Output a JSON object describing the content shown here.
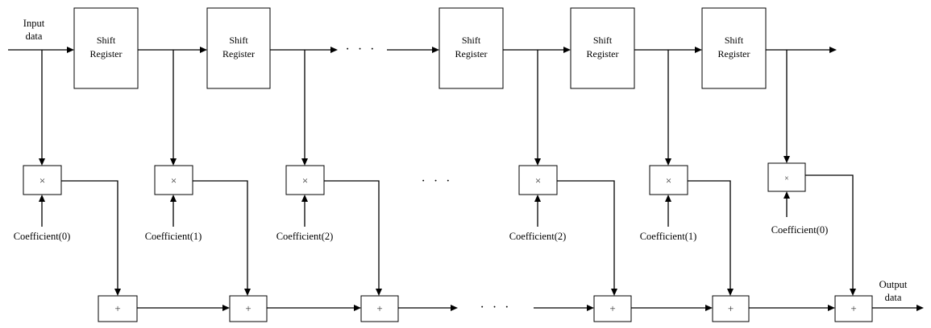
{
  "input_label": [
    "Input",
    "data"
  ],
  "output_label": [
    "Output",
    "data"
  ],
  "register_label": [
    "Shift",
    "Register"
  ],
  "ellipsis": "· · ·",
  "multiply_symbols": [
    "×",
    "×",
    "×",
    "×",
    "×",
    "×"
  ],
  "add_symbol": "+",
  "coefficients": [
    "Coefficient(0)",
    "Coefficient(1)",
    "Coefficient(2)",
    "Coefficient(2)",
    "Coefficient(1)",
    "Coefficient(0)"
  ]
}
